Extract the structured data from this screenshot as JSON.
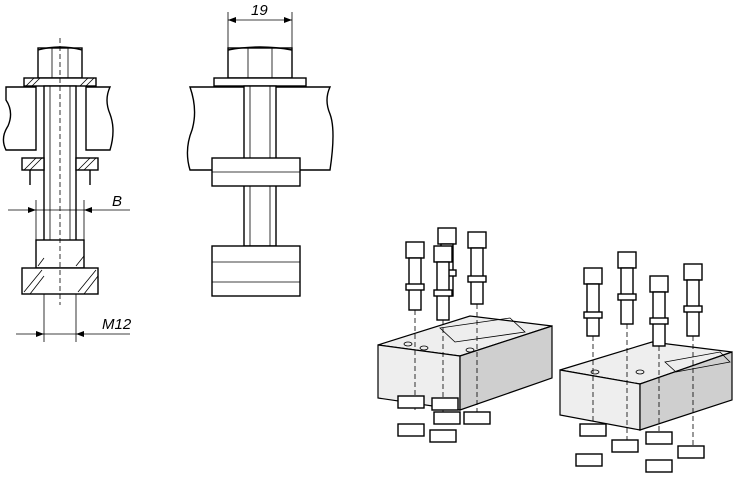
{
  "dimensions": {
    "width_label": "19",
    "slot_label": "B",
    "thread_label": "M12"
  }
}
